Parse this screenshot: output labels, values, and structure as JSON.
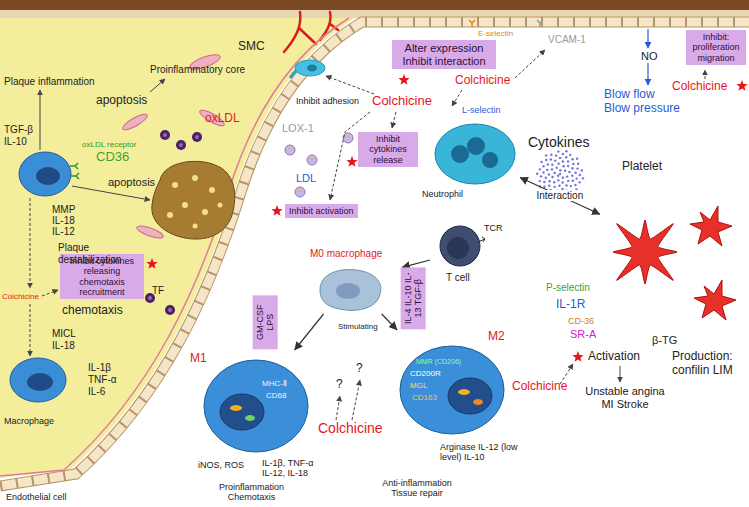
{
  "diagram": {
    "nodes": [
      {
        "text": [
          "Alter expression Inhibit interaction"
        ]
      },
      {
        "text": [
          "Inhibit cytokines release"
        ]
      },
      {
        "text": [
          "Inhibit activation"
        ]
      },
      {
        "text": [
          "Inhibit: proliferation migration"
        ]
      },
      {
        "text": [
          "Inhibit cytokines releasing chemotaxis recruitment"
        ]
      },
      {
        "text": [
          "GM-CSF LPS"
        ]
      },
      {
        "text": [
          "IL-4 IL-10 IL-13 TGF-β"
        ]
      },
      {
        "text": [
          "T cell",
          "TCR"
        ]
      },
      {
        "text": [
          "M0 macrophage"
        ]
      },
      {
        "text": [
          "M1",
          "MHC-Ⅱ",
          "CD68"
        ]
      },
      {
        "text": [
          "M2",
          "MMR (CD206)",
          "CD200R",
          "MGL",
          "CD163"
        ]
      },
      {
        "text": [
          "Neutrophil",
          "L-selectin"
        ]
      },
      {
        "text": [
          "Platelet"
        ]
      }
    ],
    "edges": [
      {
        "from": 7,
        "to": 8,
        "arrow": "to"
      },
      {
        "from": 8,
        "to": 9,
        "arrow": "to"
      },
      {
        "from": 8,
        "to": 10,
        "arrow": "to"
      },
      {
        "from": 11,
        "to": 12,
        "label": "Interaction",
        "arrow": "both"
      }
    ],
    "labels": [
      "SMC",
      "Proinflammatory core",
      "Plaque inflammation",
      "apoptosis",
      "oxLDL",
      "TGF-β",
      "IL-10",
      "oxLDL receptor",
      "CD36",
      "apoptosis",
      "MMP",
      "IL-18",
      "IL-12",
      "Plaque destabilization",
      "Colchicine",
      "chemotaxis",
      "TF",
      "MICL",
      "IL-18",
      "IL-1β",
      "TNF-α",
      "IL-6",
      "Macrophage",
      "Endothelial cell",
      "Inhibit adhesion",
      "LOX-1",
      "LDL",
      "E-selectin",
      "VCAM-1",
      "NO",
      "Blow flow",
      "Blow pressure",
      "Colchicine",
      "Colchicine",
      "Colchicine",
      "Cytokines",
      "Stimulating",
      "?",
      "?",
      "Colchicine",
      "iNOS, ROS",
      "IL-1β, TNF-α IL-12, IL-18",
      "Proinflammation Chemotaxis",
      "Arginase IL-12 (low level) IL-10",
      "Anti-inflammation Tissue repair",
      "Activation",
      "β-TG",
      "Unstable angina MI Stroke",
      "Production: confilin LIM",
      "Colchicine",
      "P-selectin",
      "IL-1R",
      "CD-36",
      "SR-A"
    ]
  }
}
